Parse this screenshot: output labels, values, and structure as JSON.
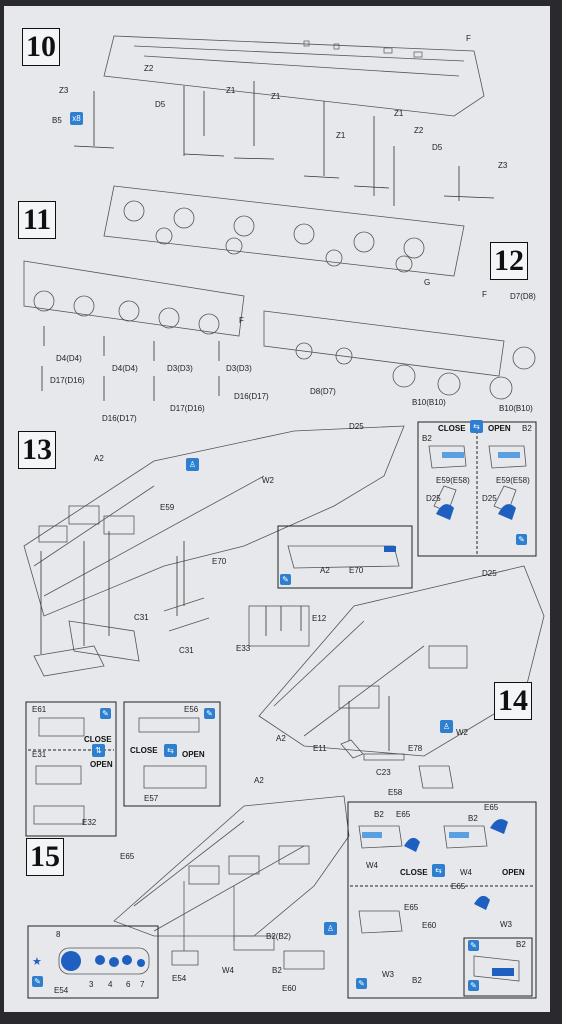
{
  "steps": {
    "s10": "10",
    "s11": "11",
    "s12": "12",
    "s13": "13",
    "s14": "14",
    "s15": "15"
  },
  "step10": {
    "f": "F",
    "z3a": "Z3",
    "z2a": "Z2",
    "z1a": "Z1",
    "z1b": "Z1",
    "z1c": "Z1",
    "z1d": "Z1",
    "z2b": "Z2",
    "z3b": "Z3",
    "d5a": "D5",
    "d5b": "D5",
    "b5": "B5",
    "b5x": "x8",
    "g": "G"
  },
  "step11": {
    "f": "F",
    "d4a": "D4(D4)",
    "d4b": "D4(D4)",
    "d3a": "D3(D3)",
    "d3b": "D3(D3)",
    "d17a": "D17(D16)",
    "d16a": "D16(D17)",
    "d17b": "D17(D16)",
    "d16b": "D16(D17)"
  },
  "step12": {
    "f": "F",
    "d7": "D7(D8)",
    "d8": "D8(D7)",
    "b10a": "B10(B10)",
    "b10b": "B10(B10)"
  },
  "step13": {
    "d25a": "D25",
    "a2a": "A2",
    "e59": "E59",
    "w2": "W2",
    "e70a": "E70",
    "c31a": "C31",
    "c31b": "C31",
    "inset_a2": "A2",
    "inset_e70": "E70",
    "close": "CLOSE",
    "open": "OPEN",
    "b2a": "B2",
    "b2b": "B2",
    "e59a": "E59(E58)",
    "e59b": "E59(E58)",
    "d25b": "D25",
    "d25c": "D25",
    "d25d": "D25",
    "e61": "E61",
    "e31": "E31",
    "e32": "E32",
    "close2": "CLOSE",
    "open2": "OPEN",
    "e56": "E56",
    "close3": "CLOSE",
    "open3": "OPEN",
    "e57": "E57"
  },
  "step14": {
    "e12": "E12",
    "e33": "E33",
    "a2": "A2",
    "e11": "E11",
    "c23": "C23",
    "e78": "E78",
    "w2": "W2",
    "e58": "E58"
  },
  "step15": {
    "a2": "A2",
    "e65a": "E65",
    "b2b2": "B2(B2)",
    "w4a": "W4",
    "b2": "B2",
    "e60a": "E60",
    "e54a": "E54",
    "decal_8": "8",
    "decal_3": "3",
    "decal_4": "4",
    "decal_6": "6",
    "decal_7": "7",
    "e54b": "E54",
    "b2c": "B2",
    "e65b": "E65",
    "b2d": "B2",
    "e65c": "E65",
    "w4b": "W4",
    "close": "CLOSE",
    "w4c": "W4",
    "open": "OPEN",
    "e65d": "E65",
    "w3a": "W3",
    "e65e": "E65",
    "e60b": "E60",
    "w3b": "W3",
    "b2e": "B2",
    "b2f": "B2"
  },
  "colors": {
    "accent": "#2e7fd0",
    "paper": "#e6e8ec",
    "ink": "#222222"
  }
}
